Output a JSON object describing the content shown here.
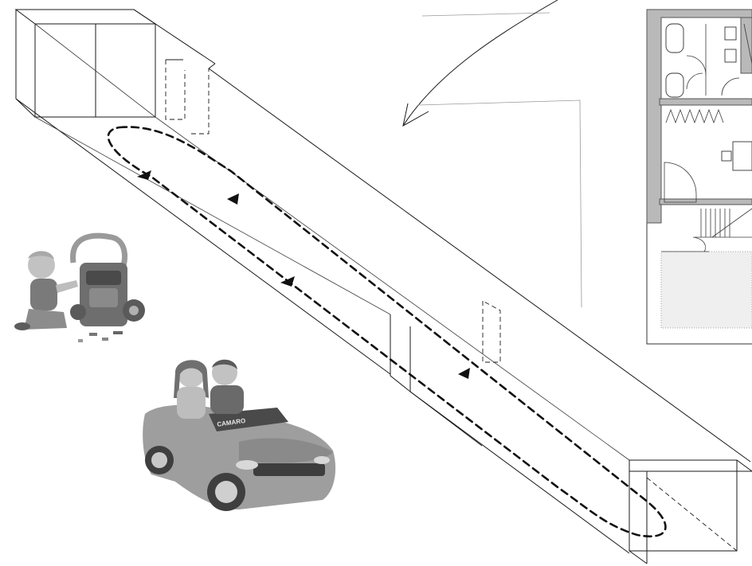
{
  "diagram": {
    "elements": [
      {
        "name": "isometric-corridor",
        "kind": "line-drawing"
      },
      {
        "name": "circulation-loop",
        "kind": "dashed-path",
        "direction_arrows": 4
      },
      {
        "name": "floor-plan",
        "kind": "architectural-plan"
      },
      {
        "name": "curved-arrow",
        "kind": "annotation"
      },
      {
        "name": "child-toy-engine-photo",
        "kind": "photo"
      },
      {
        "name": "children-toy-car-photo",
        "kind": "photo"
      }
    ],
    "colors": {
      "ink": "#1a1a1a",
      "wall_fill": "#b9b9b9",
      "photo_tone": "#8c8c8c",
      "background": "#ffffff"
    }
  },
  "toy_car": {
    "logo": "CAMARO"
  }
}
